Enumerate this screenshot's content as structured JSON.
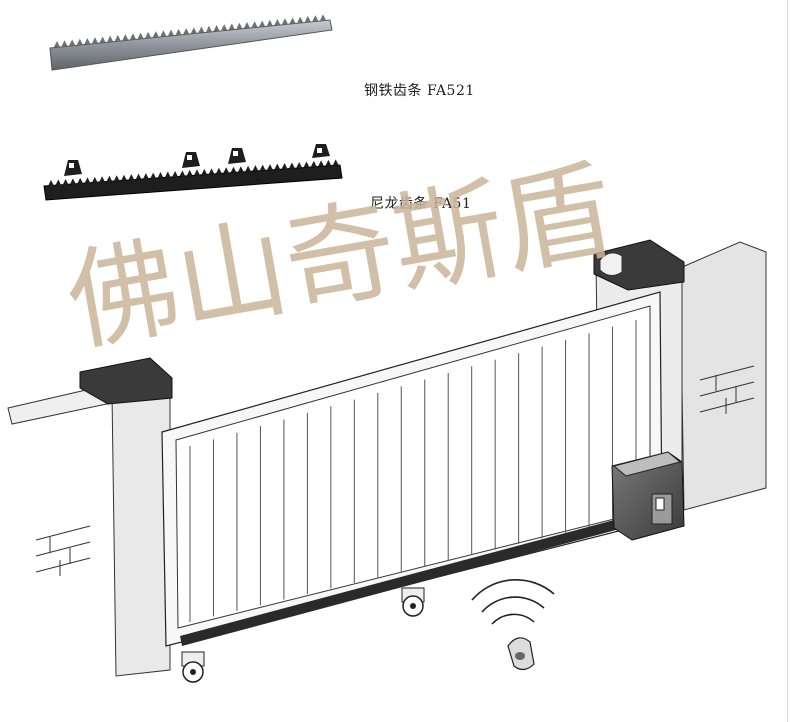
{
  "products": {
    "steel_rack_label": "钢铁齿条 FA521",
    "nylon_rack_label": "尼龙齿条  FA51"
  },
  "watermark": {
    "text": "佛山奇斯盾",
    "color": "#c9b59a"
  },
  "colors": {
    "steel": "#9aa0a6",
    "nylon": "#1e1e1e",
    "gate_frame": "#f4f4f4",
    "pillar_cap": "#3a3a3a",
    "motor_body": "#555555"
  },
  "icons": [
    "remote-control-icon",
    "signal-waves-icon"
  ]
}
